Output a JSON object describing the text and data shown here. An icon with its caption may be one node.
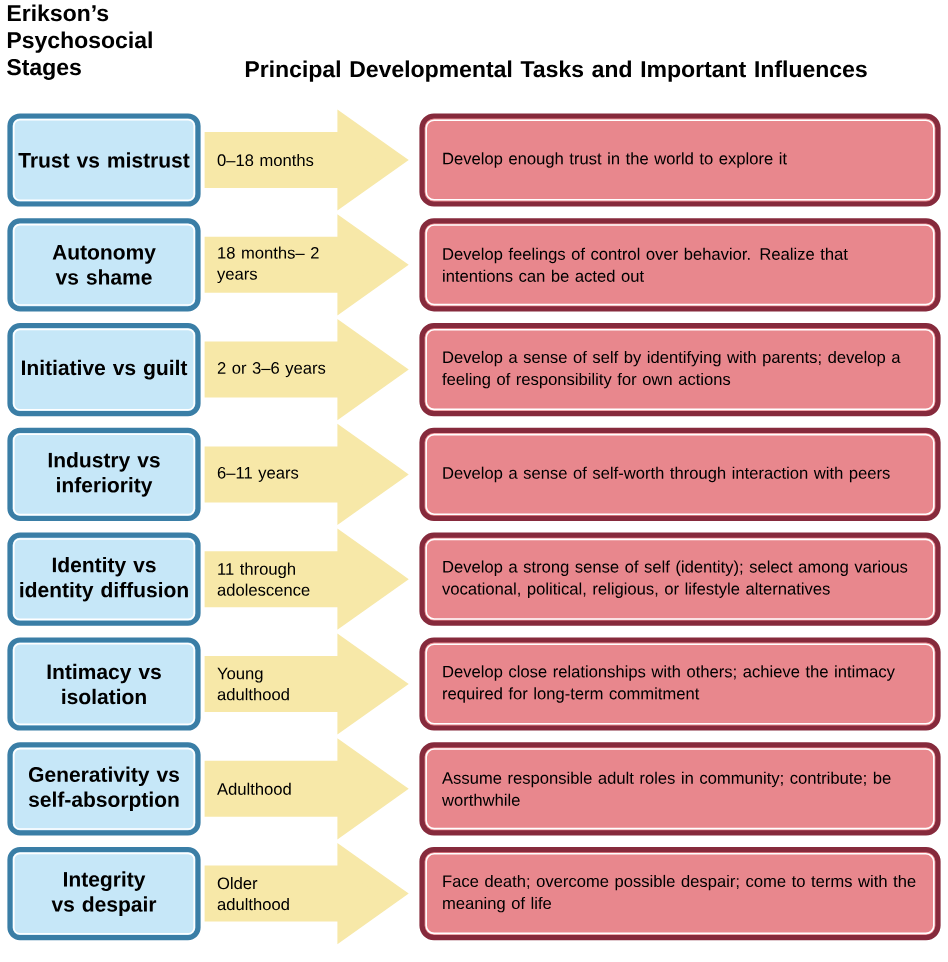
{
  "diagram": {
    "nodes": [
      {
        "text": [
          "Trust vs mistrust"
        ]
      },
      {
        "text": [
          "Develop enough trust in the world to explore it"
        ]
      },
      {
        "text": [
          "Autonomy vs shame"
        ]
      },
      {
        "text": [
          "Develop feelings of control over behavior. Realize that intentions can be acted out"
        ]
      },
      {
        "text": [
          "Initiative vs guilt"
        ]
      },
      {
        "text": [
          "Develop a sense of self by identifying with parents; develop a feeling of responsibility for own actions"
        ]
      },
      {
        "text": [
          "Industry vs inferiority"
        ]
      },
      {
        "text": [
          "Develop a sense of self-worth through interaction with peers"
        ]
      },
      {
        "text": [
          "Identity vs identity diffusion"
        ]
      },
      {
        "text": [
          "Develop a strong sense of self (identity); select among various vocational, political, religious, or lifestyle alternatives"
        ]
      },
      {
        "text": [
          "Intimacy vs isolation"
        ]
      },
      {
        "text": [
          "Develop close relationships with others; achieve the intimacy required for long-term commitment"
        ]
      },
      {
        "text": [
          "Generativity vs self-absorption"
        ]
      },
      {
        "text": [
          "Assume responsible adult roles in community; contribute; be worthwhile"
        ]
      },
      {
        "text": [
          "Integrity vs despair"
        ]
      },
      {
        "text": [
          "Face death; overcome possible despair; come to terms with the meaning of life"
        ]
      }
    ],
    "edges": [
      {
        "from": 0,
        "to": 1,
        "arrow": "to",
        "label": "0–18 months"
      },
      {
        "from": 2,
        "to": 3,
        "arrow": "to",
        "label": "18 months– 2 years"
      },
      {
        "from": 4,
        "to": 5,
        "arrow": "to",
        "label": "2 or 3–6 years"
      },
      {
        "from": 6,
        "to": 7,
        "arrow": "to",
        "label": "6–11 years"
      },
      {
        "from": 8,
        "to": 9,
        "arrow": "to",
        "label": "11 through adolescence"
      },
      {
        "from": 10,
        "to": 11,
        "arrow": "to",
        "label": "Young adulthood"
      },
      {
        "from": 12,
        "to": 13,
        "arrow": "to",
        "label": "Adulthood"
      },
      {
        "from": 14,
        "to": 15,
        "arrow": "to",
        "label": "Older adulthood"
      }
    ],
    "labels": [
      "Erikson’s Psychosocial Stages",
      "Principal Developmental Tasks and Important Influences"
    ]
  }
}
